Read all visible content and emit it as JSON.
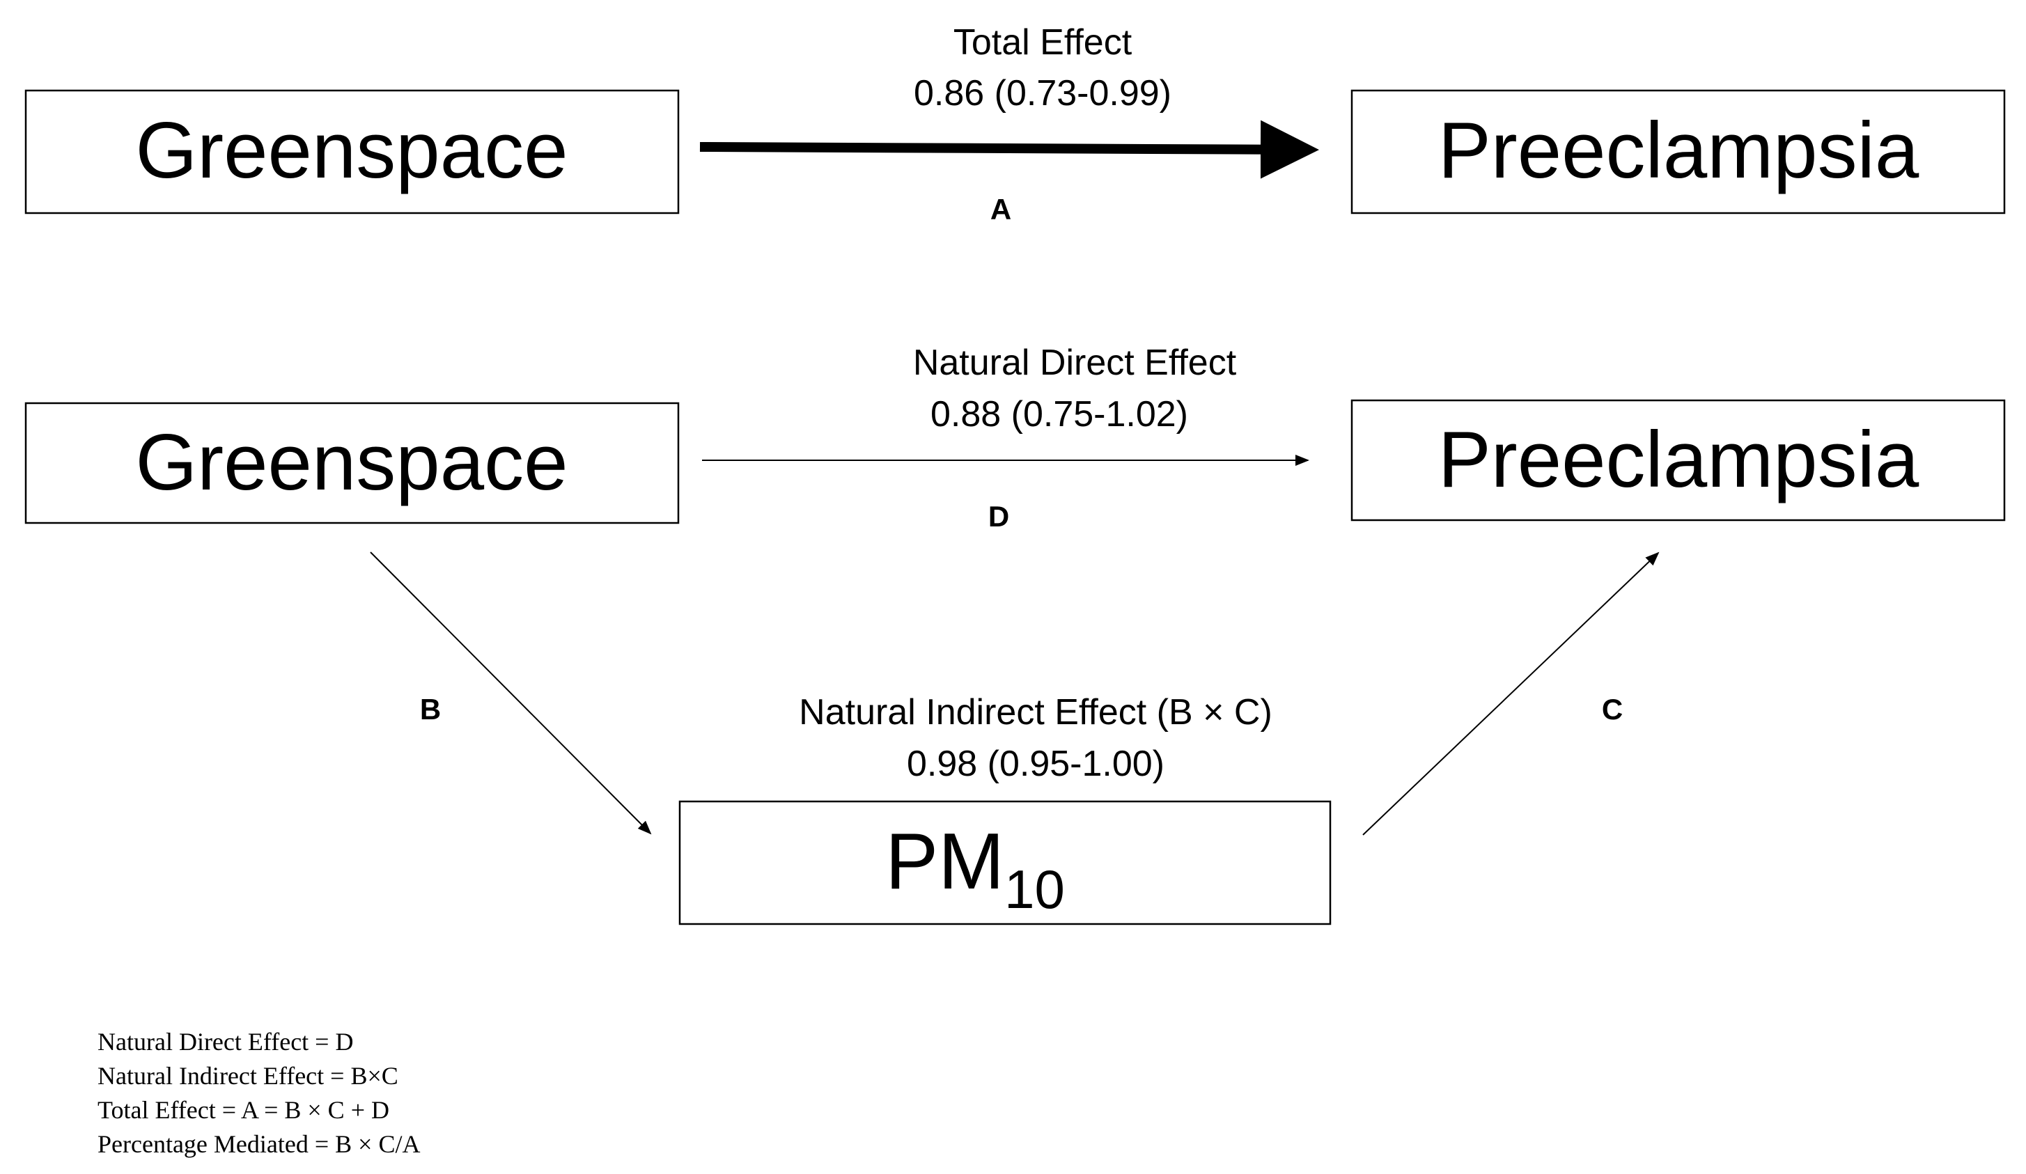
{
  "nodes": {
    "top_left": "Greenspace",
    "top_right": "Preeclampsia",
    "mid_left": "Greenspace",
    "mid_right": "Preeclampsia",
    "mediator": "PM",
    "mediator_subscript": "10"
  },
  "effects": {
    "total": {
      "label": "Total Effect",
      "value": "0.86 (0.73-0.99)"
    },
    "direct": {
      "label": "Natural Direct Effect",
      "value": "0.88 (0.75-1.02)"
    },
    "indirect": {
      "label": "Natural Indirect Effect (B × C)",
      "value": "0.98 (0.95-1.00)"
    }
  },
  "paths": {
    "a": "A",
    "b": "B",
    "c": "C",
    "d": "D"
  },
  "notes": [
    "Natural Direct Effect = D",
    "Natural Indirect Effect =  B×C",
    "Total Effect = A = B × C + D",
    "Percentage Mediated = B × C/A"
  ]
}
